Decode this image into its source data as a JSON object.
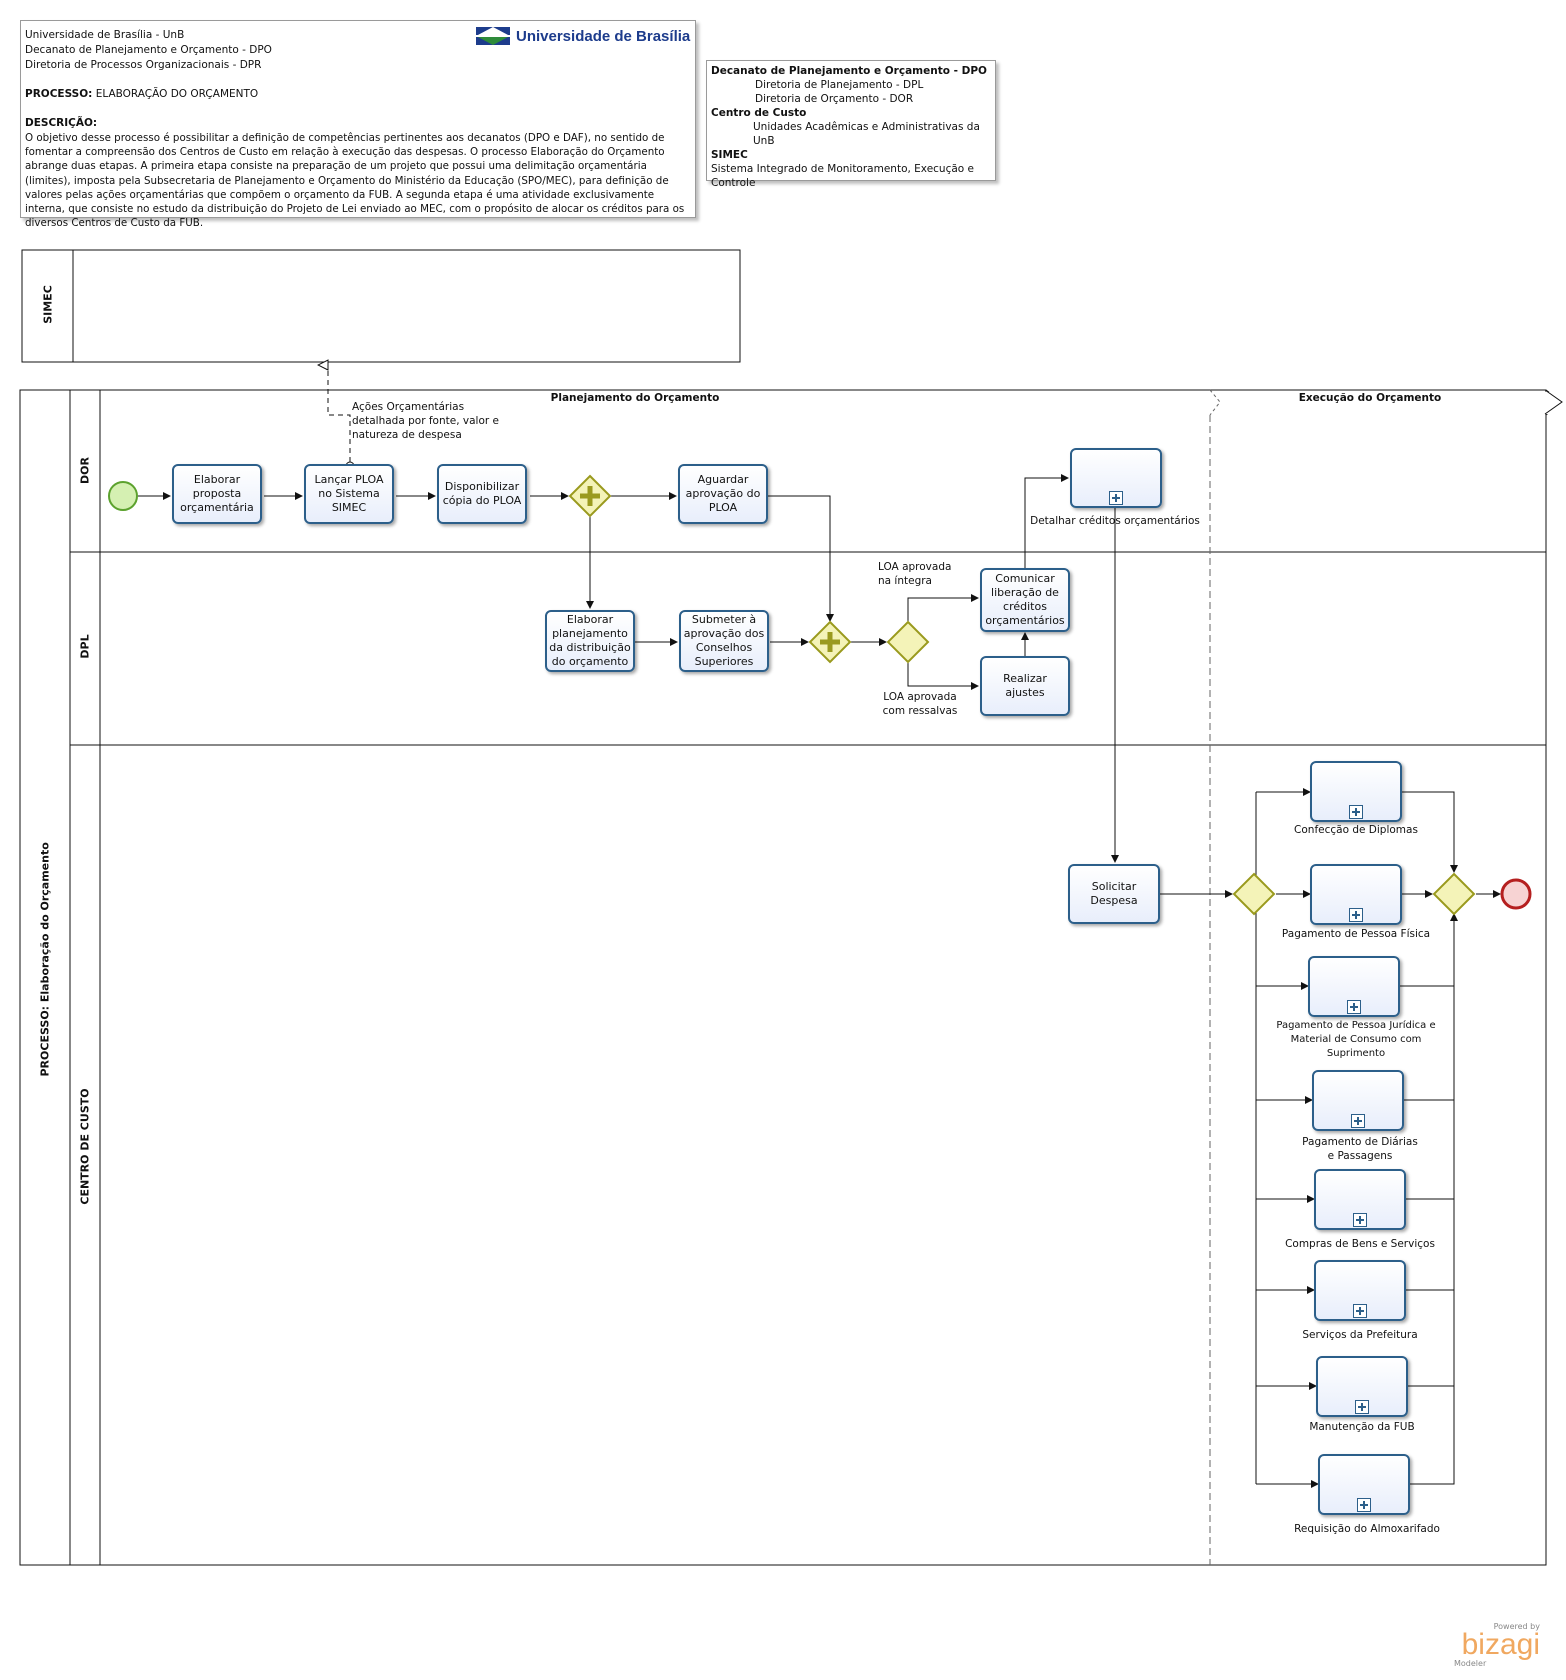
{
  "header": {
    "lines": [
      "Universidade de Brasília - UnB",
      "Decanato de Planejamento e Orçamento - DPO",
      "Diretoria de Processos Organizacionais - DPR"
    ],
    "process_label": "PROCESSO:",
    "process_value": " ELABORAÇÃO DO ORÇAMENTO",
    "description_label": "DESCRIÇÃO:",
    "description": "O objetivo desse processo é possibilitar a definição de competências pertinentes aos decanatos (DPO e DAF), no sentido de fomentar a compreensão dos Centros de Custo em relação à execução das despesas. O processo Elaboração do Orçamento abrange duas etapas. A primeira etapa consiste na preparação de um projeto que possui uma delimitação orçamentária (limites), imposta pela Subsecretaria de Planejamento e Orçamento do Ministério da Educação (SPO/MEC), para definição de valores pelas ações orçamentárias que compõem o orçamento da FUB. A segunda etapa é uma atividade exclusivamente interna, que consiste no estudo da distribuição do Projeto de Lei enviado ao MEC, com o propósito de alocar os créditos para os diversos Centros de Custo da FUB.",
    "logo_text": "Universidade de Brasília"
  },
  "legend": {
    "dpo": "Decanato de Planejamento e Orçamento - DPO",
    "dpl": "Diretoria de Planejamento - DPL",
    "dor": "Diretoria de Orçamento - DOR",
    "cc": "Centro de Custo",
    "cc_desc": "Unidades Acadêmicas e Administrativas da UnB",
    "simec": "SIMEC",
    "simec_desc": "Sistema Integrado de Monitoramento, Execução e Controle"
  },
  "pools": {
    "simec": "SIMEC",
    "main": "PROCESSO: Elaboração do Orçamento",
    "lanes": [
      "DOR",
      "DPL",
      "CENTRO DE CUSTO"
    ],
    "phases": [
      "Planejamento do Orçamento",
      "Execução do Orçamento"
    ]
  },
  "tasks": {
    "t1": "Elaborar proposta orçamentária",
    "t2": "Lançar PLOA no Sistema SIMEC",
    "t3": "Disponibilizar cópia do PLOA",
    "t4": "Aguardar aprovação do PLOA",
    "t5": "Elaborar planejamento da distribuição do orçamento",
    "t6": "Submeter à aprovação dos Conselhos Superiores",
    "t7": "Comunicar liberação de créditos orçamentários",
    "t8": "Realizar ajustes",
    "t9": "Solicitar Despesa"
  },
  "annotations": {
    "message": "Ações Orçamentárias detalhada por fonte, valor e natureza de despesa",
    "loa_integra": "LOA aprovada na íntegra",
    "loa_ressalvas": "LOA aprovada com ressalvas"
  },
  "subprocesses": {
    "detalhar": "Detalhar créditos orçamentários",
    "s1": "Confecção de Diplomas",
    "s2": "Pagamento de Pessoa Física",
    "s3": "Pagamento de Pessoa Jurídica e Material de Consumo com Suprimento",
    "s4": "Pagamento de Diárias e Passagens",
    "s5": "Compras de Bens e Serviços",
    "s6": "Serviços da Prefeitura",
    "s7": "Manutenção da FUB",
    "s8": "Requisição do Almoxarifado"
  },
  "watermark": {
    "powered": "Powered by",
    "brand": "bizagi",
    "product": "Modeler"
  },
  "colors": {
    "task_border": "#2c5f8a",
    "gateway_fill": "#f4f3b8",
    "gateway_stroke": "#9a9a1e",
    "start_fill": "#d5f0b2",
    "start_stroke": "#5ca22e",
    "end_fill": "#f7d3d3",
    "end_stroke": "#b51f1f",
    "brand": "#1d3c8c"
  }
}
